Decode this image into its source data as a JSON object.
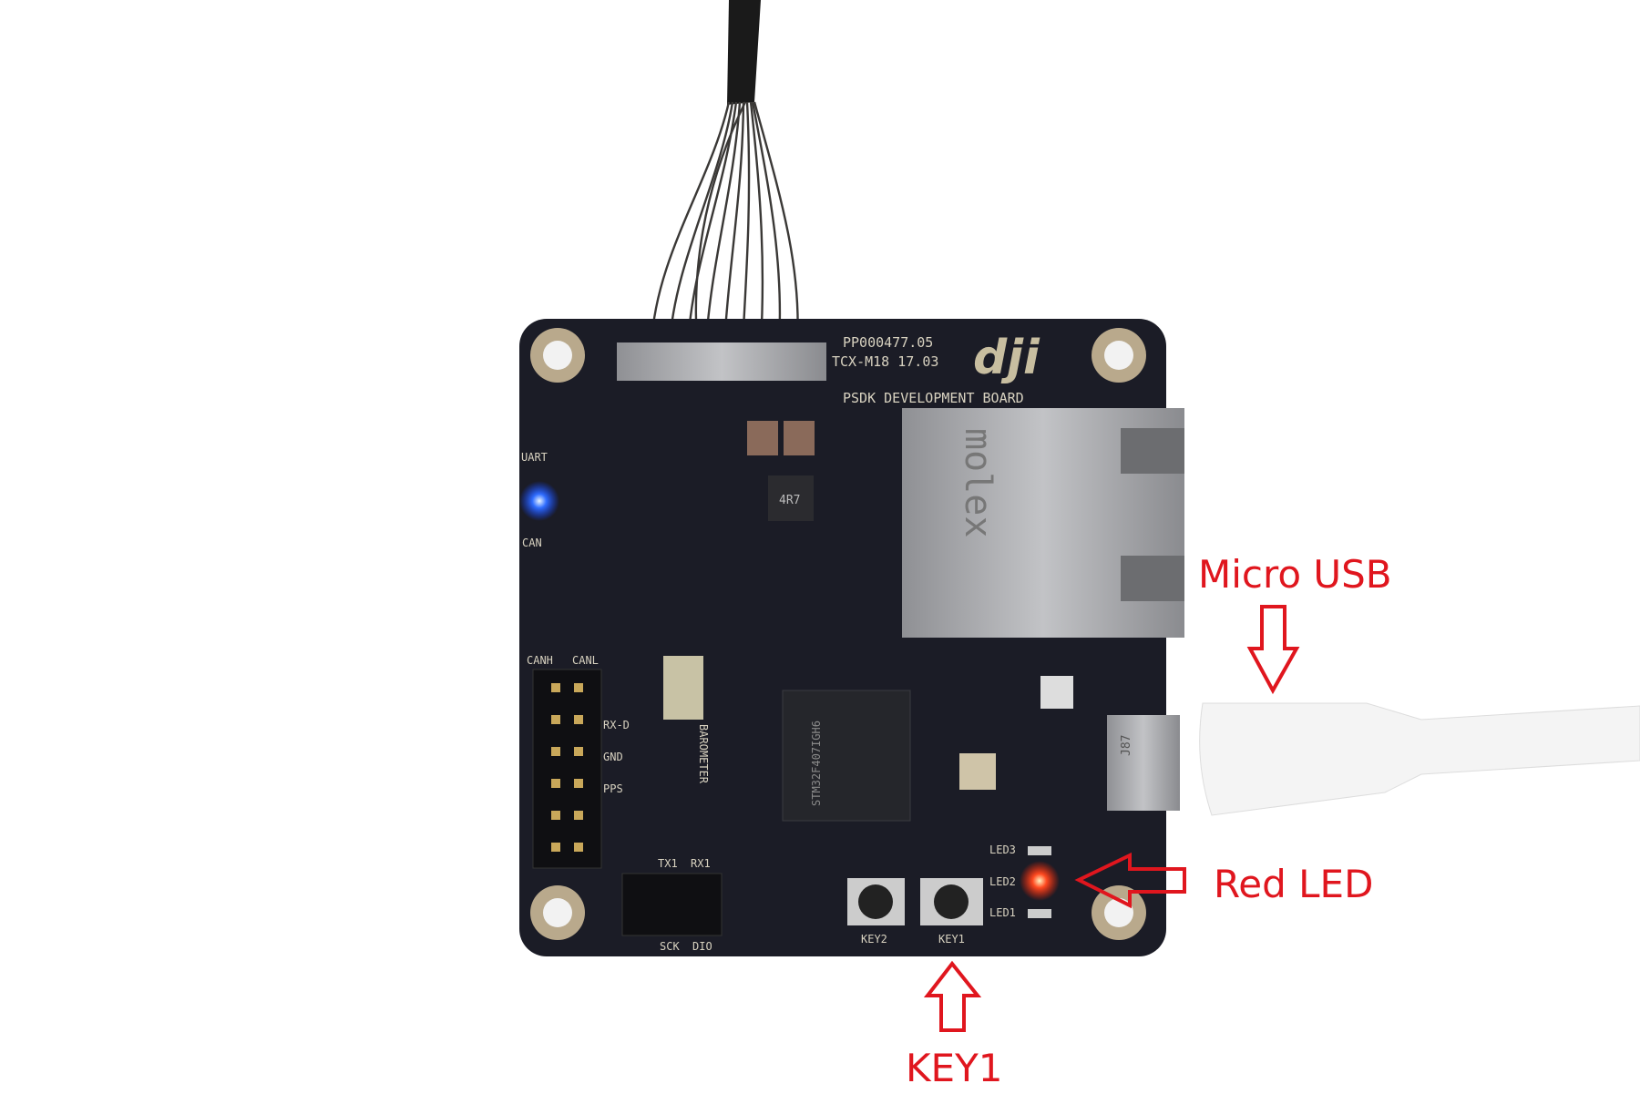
{
  "board": {
    "part_number": "PP000477.05",
    "batch": "TCX-M18 17.03",
    "brand_logo": "dji",
    "title": "PSDK DEVELOPMENT BOARD",
    "jack_brand": "molex",
    "silkscreen": {
      "uart": "UART",
      "can": "CAN",
      "canh": "CANH",
      "canl": "CANL",
      "rxd": "RX-D",
      "gnd": "GND",
      "pps": "PPS",
      "barometer": "BAROMETER",
      "tx1": "TX1",
      "rx1": "RX1",
      "sck": "SCK",
      "dio": "DIO",
      "key2": "KEY2",
      "key1": "KEY1",
      "led1": "LED1",
      "led2": "LED2",
      "led3": "LED3",
      "usb_ref": "J87",
      "mcu": "STM32F407IGH6",
      "inductor": "4R7"
    }
  },
  "annotations": {
    "micro_usb": "Micro USB",
    "red_led": "Red LED",
    "key1": "KEY1"
  },
  "colors": {
    "annotation": "#e0161e",
    "pcb": "#1b1c26",
    "blue_led": "#3a7bff",
    "red_led": "#ff3b20"
  }
}
